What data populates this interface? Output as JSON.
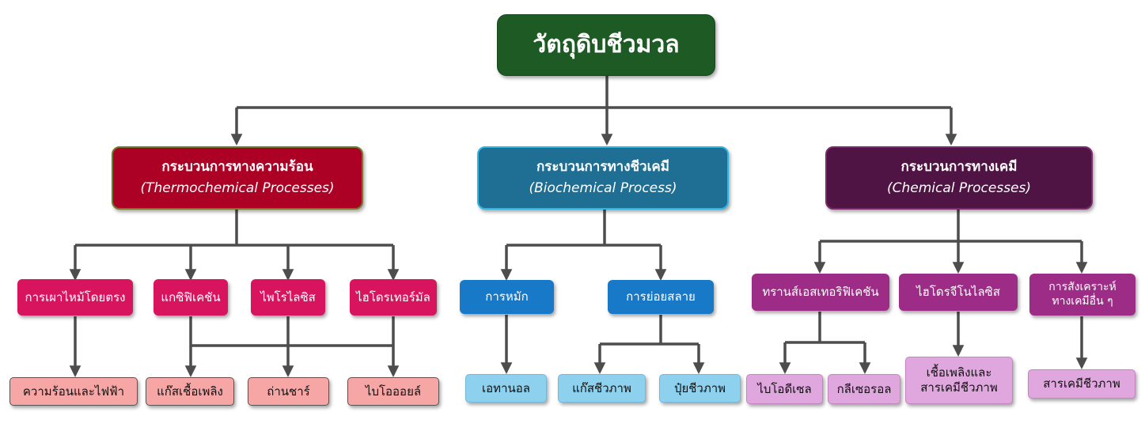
{
  "root": {
    "label": "วัตถุดิบชีวมวล"
  },
  "categories": {
    "thermo": {
      "title": "กระบวนการทางความร้อน",
      "subtitle": "(Thermochemical Processes)"
    },
    "bio": {
      "title": "กระบวนการทางชีวเคมี",
      "subtitle": "(Biochemical Process)"
    },
    "chem": {
      "title": "กระบวนการทางเคมี",
      "subtitle": "(Chemical Processes)"
    }
  },
  "processes": {
    "direct_combustion": "การเผาไหม้โดยตรง",
    "gasification": "แกซิฟิเคชัน",
    "pyrolysis": "ไพโรไลซิส",
    "hydrothermal": "ไฮโดรเทอร์มัล",
    "composting": "การหมัก",
    "digestion": "การย่อยสลาย",
    "transesterification": "ทรานส์เอสเทอริฟิเคชัน",
    "hydrogenolysis": "ไฮโดรจีโนไลซิส",
    "other_synthesis_1": "การสังเคราะห์",
    "other_synthesis_2": "ทางเคมีอื่น ๆ"
  },
  "products": {
    "heat_power": "ความร้อนและไฟฟ้า",
    "fuel_gas": "แก๊สเชื้อเพลิง",
    "char": "ถ่านชาร์",
    "bio_oil": "ไบโอออยล์",
    "ethanol": "เอทานอล",
    "biogas": "แก๊สชีวภาพ",
    "biofertilizer": "ปุ๋ยชีวภาพ",
    "biodiesel": "ไบโอดีเซล",
    "glycerol": "กลีเซอรอล",
    "fuel_chem_1": "เชื้อเพลิงและ",
    "fuel_chem_2": "สารเคมีชีวภาพ",
    "biochemicals": "สารเคมีชีวภาพ"
  }
}
